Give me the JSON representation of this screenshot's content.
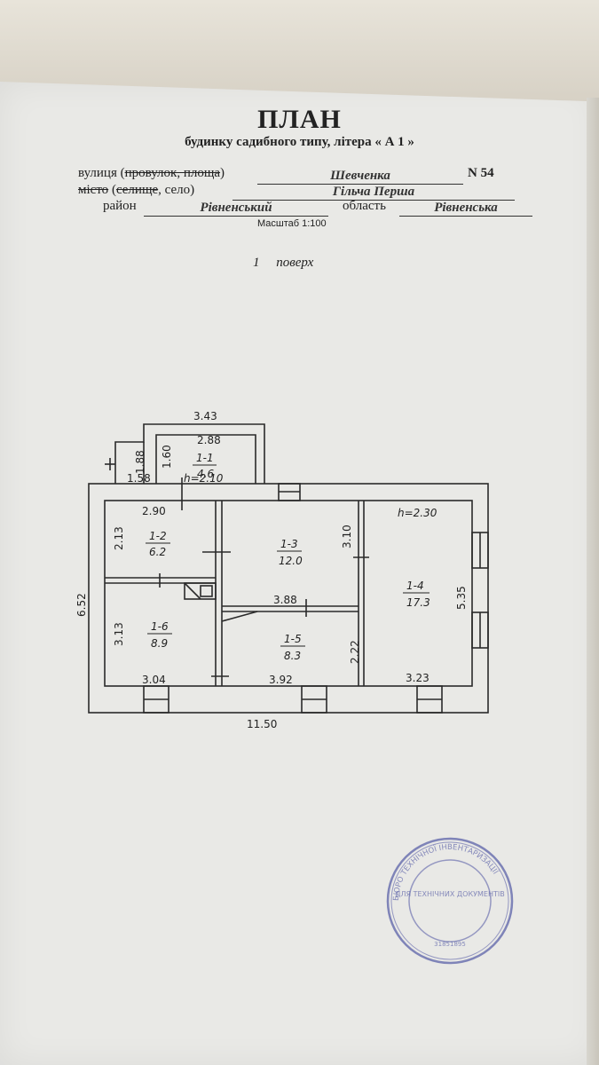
{
  "header": {
    "title": "ПЛАН",
    "subtitle": "будинку садибного типу, літера « А 1 »"
  },
  "address": {
    "street_label_pre": "вулиця (",
    "street_label_struck": "провулок, площа",
    "street_label_post": ")",
    "street_value": "Шевченка",
    "number_label": "N 54",
    "settlement_label_struck1": "місто",
    "settlement_label_mid": " (",
    "settlement_label_struck2": "селище",
    "settlement_label_post": ", село)",
    "settlement_value": "Гільча Перша",
    "district_label": "район",
    "district_value": "Рівненський",
    "region_label": "область",
    "region_value": "Рівненська"
  },
  "scale": "Масштаб 1:100",
  "floor": {
    "number": "1",
    "label": "поверх"
  },
  "plan": {
    "overall_length": "11.50",
    "overall_width": "6.52",
    "annex_width": "3.43",
    "annex_small_height": "1.88",
    "annex_small_width": "1.58",
    "annex_inner_height": "1.60",
    "annex_ceiling": "h=2.10",
    "main_ceiling": "h=2.30",
    "rooms": [
      {
        "id": "1-1",
        "area": "4.6",
        "dims": [
          "2.88"
        ]
      },
      {
        "id": "1-2",
        "area": "6.2",
        "dims": [
          "2.90",
          "2.13"
        ]
      },
      {
        "id": "1-3",
        "area": "12.0",
        "dims": [
          "3.10"
        ]
      },
      {
        "id": "1-4",
        "area": "17.3",
        "dims": [
          "5.35",
          "3.23"
        ]
      },
      {
        "id": "1-5",
        "area": "8.3",
        "dims": [
          "3.88",
          "2.22",
          "3.92"
        ]
      },
      {
        "id": "1-6",
        "area": "8.9",
        "dims": [
          "3.13",
          "3.04"
        ]
      }
    ]
  },
  "stamp": {
    "ring_text": "БЮРО ТЕХНІЧНОЇ ІНВЕНТАРИЗАЦІЇ",
    "center_text": "ДЛЯ ТЕХНІЧНИХ ДОКУМЕНТІВ",
    "code": "31851895"
  }
}
